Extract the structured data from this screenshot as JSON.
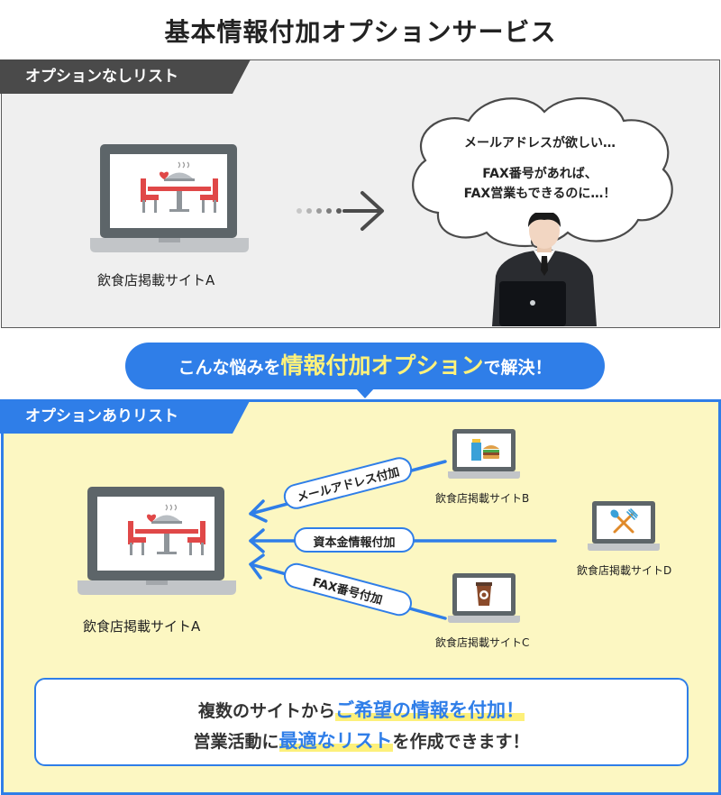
{
  "title": "基本情報付加オプションサービス",
  "section_without": {
    "tab_label": "オプションなしリスト",
    "site_label": "飲食店掲載サイトA",
    "thought_line1": "メールアドレスが欲しい…",
    "thought_line2": "FAX番号があれば、",
    "thought_line3": "FAX営業もできるのに…！"
  },
  "banner": {
    "before": "こんな悩みを",
    "highlight": "情報付加オプション",
    "after": "で解決！"
  },
  "section_with": {
    "tab_label": "オプションありリスト",
    "main_site_label": "飲食店掲載サイトA",
    "sites": [
      {
        "label": "飲食店掲載サイトB",
        "arrow_label": "メールアドレス付加",
        "icon": "fastfood-icon"
      },
      {
        "label": "飲食店掲載サイトD",
        "arrow_label": "資本金情報付加",
        "icon": "cutlery-icon"
      },
      {
        "label": "飲食店掲載サイトC",
        "arrow_label": "FAX番号付加",
        "icon": "coffee-icon"
      }
    ]
  },
  "summary": {
    "line1_before": "複数のサイトから",
    "line1_highlight": "ご希望の情報を付加！",
    "line2_before": "営業活動に",
    "line2_highlight": "最適なリスト",
    "line2_after": "を作成できます！"
  },
  "colors": {
    "accent_blue": "#2f7ee8",
    "highlight_yellow": "#fff27a",
    "section_bg_gray": "#efefef",
    "section_bg_yellow": "#fcf7c2",
    "tab_dark": "#4a4a4a",
    "laptop_dark": "#5d6569",
    "table_red": "#e04848"
  }
}
